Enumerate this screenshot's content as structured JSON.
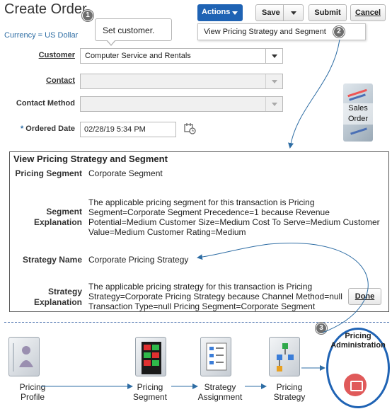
{
  "header": {
    "title": "Create Order",
    "currency": "Currency = US Dollar",
    "callout_text": "Set customer.",
    "badge_1": "1",
    "badge_2": "2",
    "badge_3": "3"
  },
  "toolbar": {
    "actions_label": "Actions",
    "save_label": "Save",
    "submit_label": "Submit",
    "cancel_label": "Cancel",
    "menu_item": "View Pricing Strategy and Segment"
  },
  "form": {
    "customer_label": "Customer",
    "customer_value": "Computer Service and Rentals",
    "contact_label": "Contact",
    "contact_method_label": "Contact Method",
    "ordered_date_required": "*",
    "ordered_date_label": "Ordered Date",
    "ordered_date_value": "02/28/19 5:34 PM"
  },
  "sales_order_icon": {
    "line1": "Sales",
    "line2": "Order"
  },
  "panel": {
    "title": "View Pricing Strategy and Segment",
    "pricing_segment_label": "Pricing Segment",
    "pricing_segment_value": "Corporate Segment",
    "segment_expl_label_1": "Segment",
    "segment_expl_label_2": "Explanation",
    "segment_expl_line1": "The applicable pricing segment for this transaction is Pricing",
    "segment_expl_line2": "Segment=Corporate Segment Precedence=1 because Revenue",
    "segment_expl_line3": "Potential=Medium Customer Size=Medium Cost To Serve=Medium Customer",
    "segment_expl_line4": "Value=Medium Customer Rating=Medium",
    "strategy_name_label": "Strategy Name",
    "strategy_name_value": "Corporate Pricing Strategy",
    "strategy_expl_label_1": "Strategy",
    "strategy_expl_label_2": "Explanation",
    "strategy_expl_line1": "The applicable pricing strategy for this transaction is Pricing",
    "strategy_expl_line2": "Strategy=Corporate Pricing Strategy because Channel Method=null",
    "strategy_expl_line3": "Transaction Type=null Pricing Segment=Corporate Segment",
    "done_label": "Done"
  },
  "flow": {
    "pricing_profile_1": "Pricing",
    "pricing_profile_2": "Profile",
    "pricing_segment_1": "Pricing",
    "pricing_segment_2": "Segment",
    "strategy_assignment_1": "Strategy",
    "strategy_assignment_2": "Assignment",
    "pricing_strategy_1": "Pricing",
    "pricing_strategy_2": "Strategy",
    "pricing_admin_1": "Pricing",
    "pricing_admin_2": "Administration"
  },
  "colors": {
    "accent": "#1f63b4",
    "link": "#2e6da4",
    "badge": "#6e6e6e",
    "admin_icon": "#e05a5a"
  }
}
